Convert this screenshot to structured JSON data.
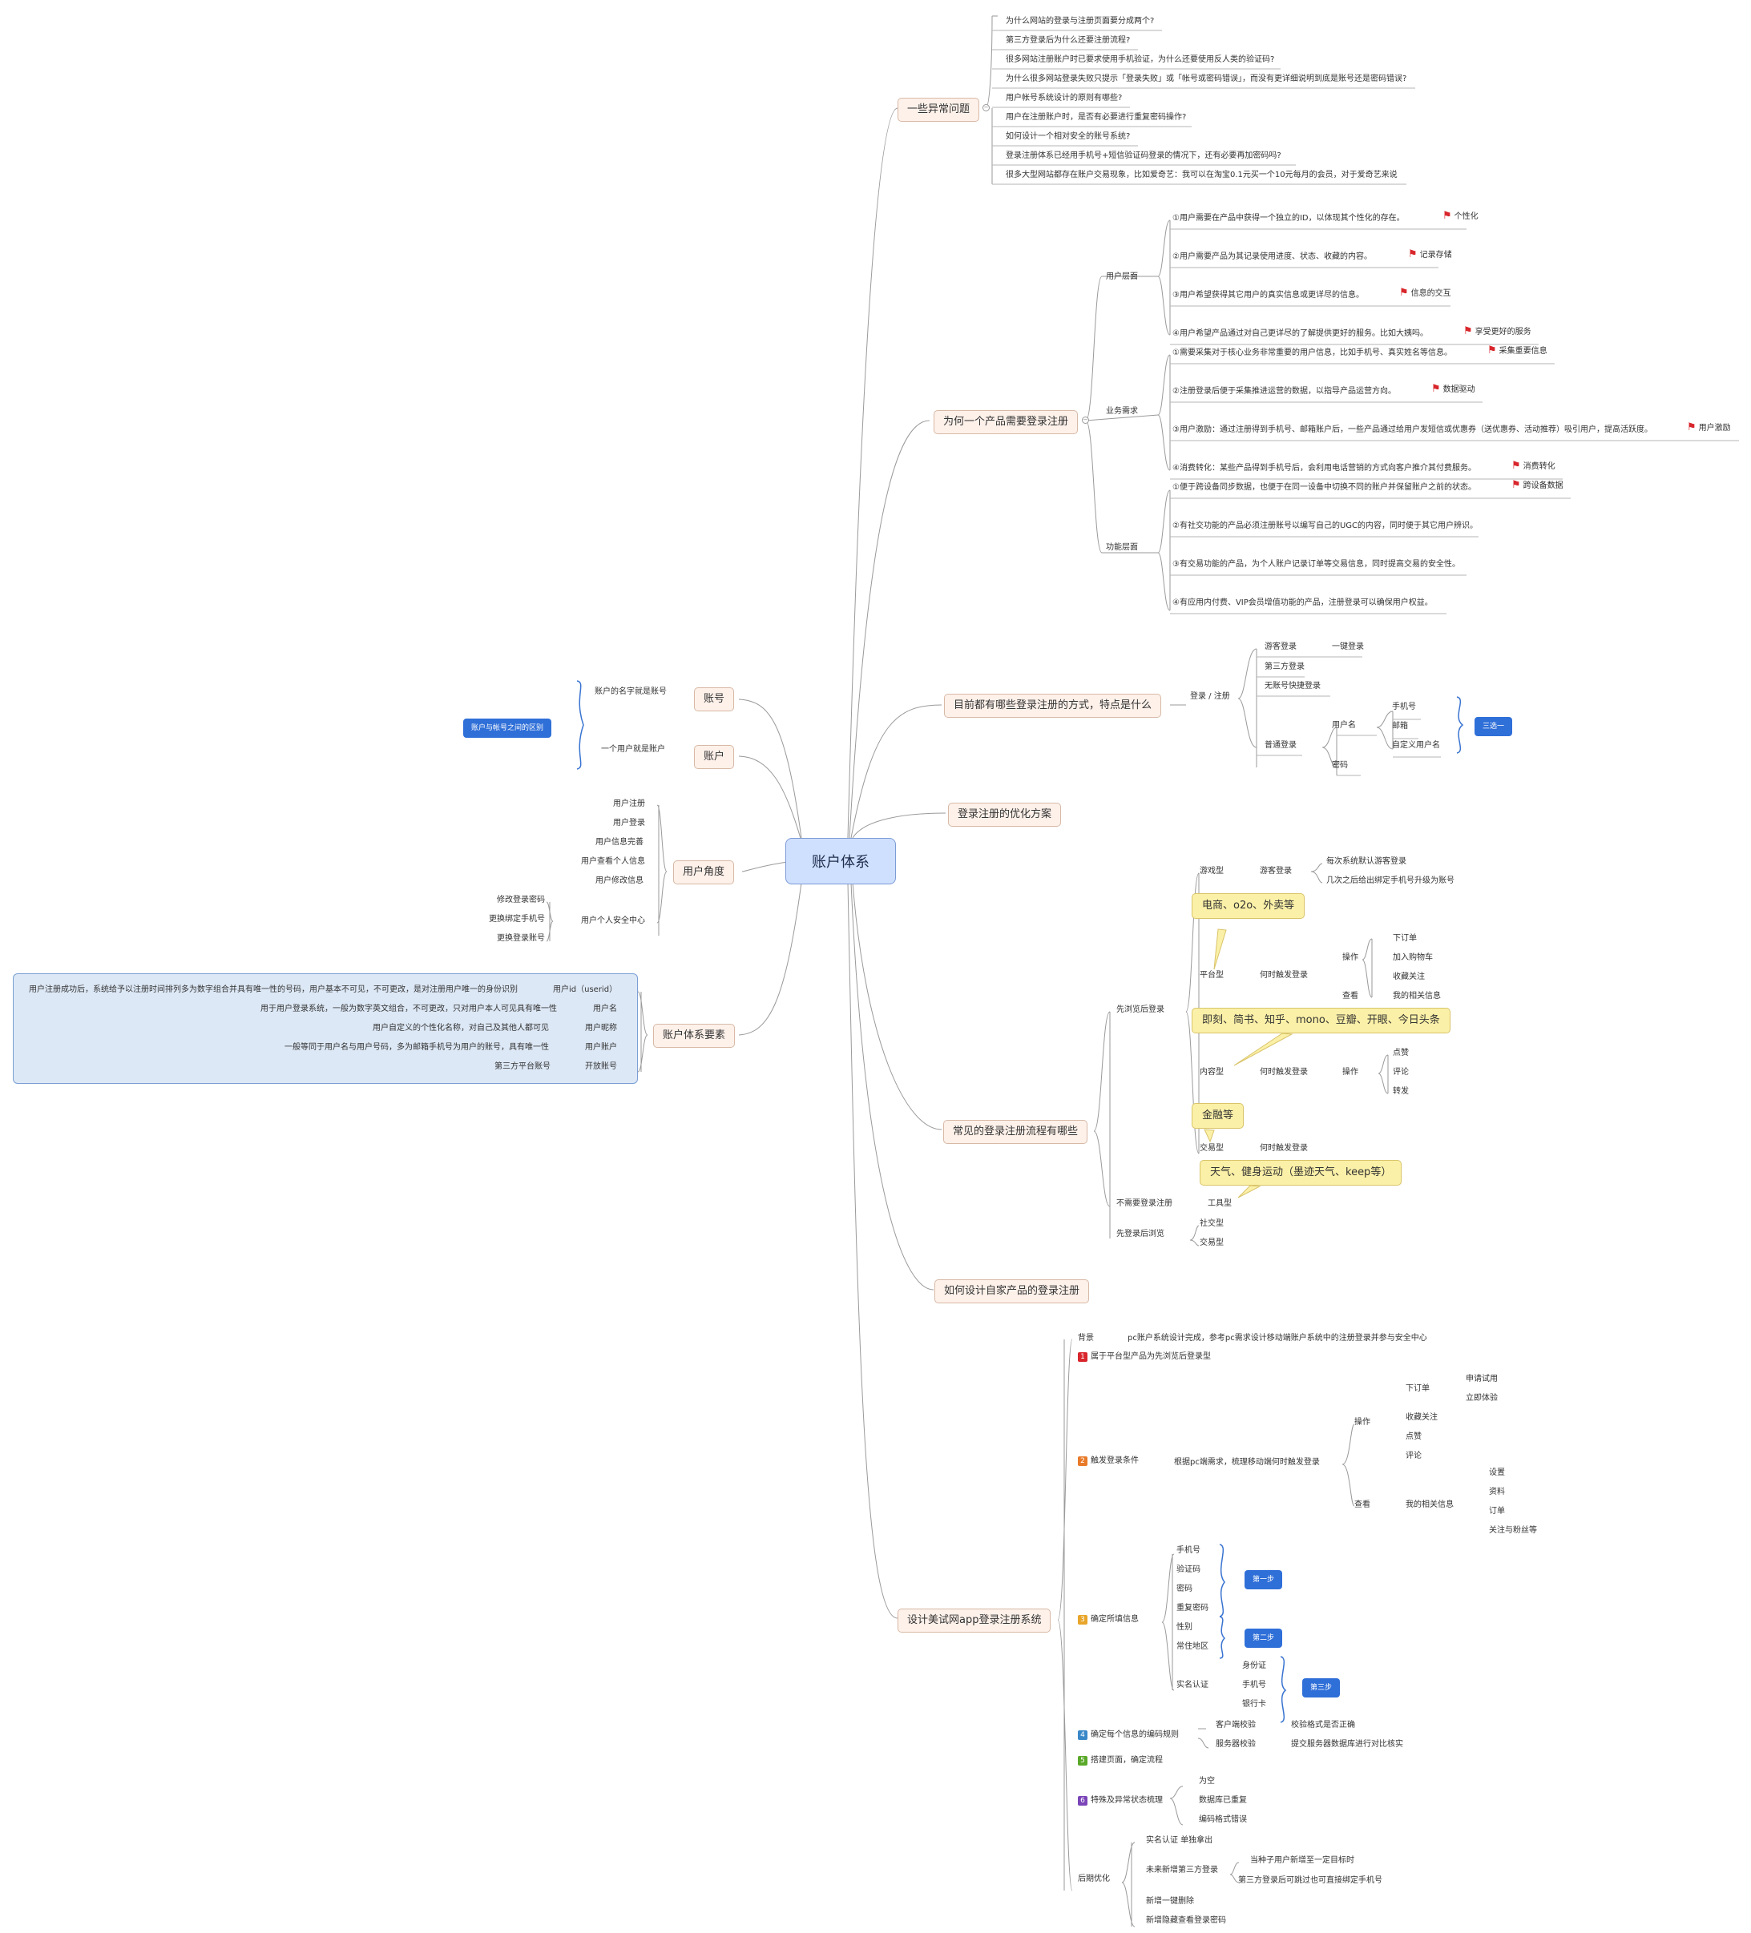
{
  "root": "账户体系",
  "abnormal": {
    "title": "一些异常问题",
    "items": [
      "为什么网站的登录与注册页面要分成两个?",
      "第三方登录后为什么还要注册流程?",
      "很多网站注册账户时已要求使用手机验证，为什么还要使用反人类的验证码?",
      "为什么很多网站登录失败只提示「登录失败」或「帐号或密码错误」，而没有更详细说明到底是账号还是密码错误?",
      "用户帐号系统设计的原则有哪些?",
      "用户在注册账户时，是否有必要进行重复密码操作?",
      "如何设计一个相对安全的账号系统?",
      "登录注册体系已经用手机号+短信验证码登录的情况下，还有必要再加密码吗?",
      "很多大型网站都存在账户交易现象，比如爱奇艺：我可以在淘宝0.1元买一个10元每月的会员，对于爱奇艺来说"
    ]
  },
  "why": {
    "title": "为何一个产品需要登录注册",
    "user_level": {
      "label": "用户层面",
      "items": [
        {
          "text": "①用户需要在产品中获得一个独立的ID，以体现其个性化的存在。",
          "tag": "个性化"
        },
        {
          "text": "②用户需要产品为其记录使用进度、状态、收藏的内容。",
          "tag": "记录存储"
        },
        {
          "text": "③用户希望获得其它用户的真实信息或更详尽的信息。",
          "tag": "信息的交互"
        },
        {
          "text": "④用户希望产品通过对自己更详尽的了解提供更好的服务。比如大姨吗。",
          "tag": "享受更好的服务"
        }
      ]
    },
    "biz": {
      "label": "业务需求",
      "items": [
        {
          "text": "①需要采集对于核心业务非常重要的用户信息，比如手机号、真实姓名等信息。",
          "tag": "采集重要信息"
        },
        {
          "text": "②注册登录后便于采集推进运营的数据，以指导产品运营方向。",
          "tag": "数据驱动"
        },
        {
          "text": "③用户激励：通过注册得到手机号、邮箱账户后，一些产品通过给用户发短信或优惠券（送优惠券、活动推荐）吸引用户，提高活跃度。",
          "tag": "用户激励"
        },
        {
          "text": "④消费转化：某些产品得到手机号后，会利用电话营销的方式向客户推介其付费服务。",
          "tag": "消费转化"
        }
      ]
    },
    "func": {
      "label": "功能层面",
      "items": [
        {
          "text": "①便于跨设备同步数据，也便于在同一设备中切换不同的账户并保留账户之前的状态。",
          "tag": "跨设备数据"
        },
        {
          "text": "②有社交功能的产品必须注册账号以编写自己的UGC的内容，同时便于其它用户辨识。",
          "tag": ""
        },
        {
          "text": "③有交易功能的产品，为个人账户记录订单等交易信息，同时提高交易的安全性。",
          "tag": ""
        },
        {
          "text": "④有应用内付费、VIP会员增值功能的产品，注册登录可以确保用户权益。",
          "tag": ""
        }
      ]
    }
  },
  "ways": {
    "title": "目前都有哪些登录注册的方式，特点是什么",
    "login": "登录 / 注册",
    "guest": "游客登录",
    "onekey": "一键登录",
    "third": "第三方登录",
    "nopwd": "无账号快捷登录",
    "normal": "普通登录",
    "username": "用户名",
    "phone": "手机号",
    "email": "邮箱",
    "custom": "自定义用户名",
    "pwd": "密码",
    "three": "三选一"
  },
  "optimize": {
    "title": "登录注册的优化方案"
  },
  "flows": {
    "title": "常见的登录注册流程有哪些",
    "first": "先浏览后登录",
    "game": "游戏型",
    "guest": "游客登录",
    "g1": "每次系统默认游客登录",
    "g2": "几次之后给出绑定手机号升级为账号",
    "note1": "电商、o2o、外卖等",
    "platform": "平台型",
    "when": "何时触发登录",
    "op": "操作",
    "order": "下订单",
    "cart": "加入购物车",
    "fav": "收藏关注",
    "view": "查看",
    "mine": "我的相关信息",
    "note2": "即刻、简书、知乎、mono、豆瓣、开眼、今日头条",
    "content": "内容型",
    "like": "点赞",
    "comment": "评论",
    "forward": "转发",
    "note3": "金融等",
    "trade": "交易型",
    "note4": "天气、健身运动（墨迹天气、keep等）",
    "noneed": "不需要登录注册",
    "tool": "工具型",
    "browse": "先登录后浏览",
    "social": "社交型",
    "tradeb": "交易型"
  },
  "design": {
    "title": "如何设计自家产品的登录注册"
  },
  "app": {
    "title": "设计美试网app登录注册系统",
    "bg": "背景",
    "bgtext": "pc账户系统设计完成，参考pc需求设计移动端账户系统中的注册登录并参与安全中心",
    "s1": "属于平台型产品为先浏览后登录型",
    "s2": "触发登录条件",
    "s2t": "根据pc端需求，梳理移动端何时触发登录",
    "op": "操作",
    "order": "下订单",
    "apply": "申请试用",
    "try": "立即体验",
    "fav": "收藏关注",
    "like": "点赞",
    "comment": "评论",
    "view": "查看",
    "mine": "我的相关信息",
    "set": "设置",
    "data": "资料",
    "orderl": "订单",
    "follow": "关注与粉丝等",
    "s3": "确定所填信息",
    "f": [
      "手机号",
      "验证码",
      "密码",
      "重复密码",
      "性别",
      "常住地区"
    ],
    "real": "实名认证",
    "r": [
      "身份证",
      "手机号",
      "银行卡"
    ],
    "step1": "第一步",
    "step2": "第二步",
    "step3": "第三步",
    "s4": "确定每个信息的编码规则",
    "client": "客户端校验",
    "clientt": "校验格式是否正确",
    "server": "服务器校验",
    "servert": "提交服务器数据库进行对比核实",
    "s5": "搭建页面，确定流程",
    "s6": "特殊及异常状态梳理",
    "e": [
      "为空",
      "数据库已重复",
      "编码格式错误"
    ],
    "later": "后期优化",
    "l1": "实名认证 单独拿出",
    "l2": "未来新增第三方登录",
    "l2a": "当种子用户新增至一定目标时",
    "l2b": "第三方登录后可跳过也可直接绑定手机号",
    "l3": "新增一键删除",
    "l4": "新增隐藏查看登录密码"
  },
  "left": {
    "acct": "账号",
    "acctt": "账户的名字就是账号",
    "user": "账户",
    "usert": "一个用户就是账户",
    "diff": "账户与帐号之间的区别",
    "angle": "用户角度",
    "a": [
      "用户注册",
      "用户登录",
      "用户信息完善",
      "用户查看个人信息",
      "用户修改信息"
    ],
    "sec": "用户个人安全中心",
    "secs": [
      "修改登录密码",
      "更换绑定手机号",
      "更换登录账号"
    ],
    "elem": "账户体系要素",
    "rows": [
      {
        "d": "用户注册成功后，系统给予以注册时间排列多为数字组合并具有唯一性的号码，用户基本不可见，不可更改，是对注册用户唯一的身份识别",
        "k": "用户id（userid）"
      },
      {
        "d": "用于用户登录系统，一般为数字英文组合，不可更改，只对用户本人可见具有唯一性",
        "k": "用户名"
      },
      {
        "d": "用户自定义的个性化名称，对自己及其他人都可见",
        "k": "用户昵称"
      },
      {
        "d": "一般等同于用户名与用户号码，多为邮箱手机号为用户的账号，具有唯一性",
        "k": "用户账户"
      },
      {
        "d": "第三方平台账号",
        "k": "开放账号"
      }
    ]
  }
}
